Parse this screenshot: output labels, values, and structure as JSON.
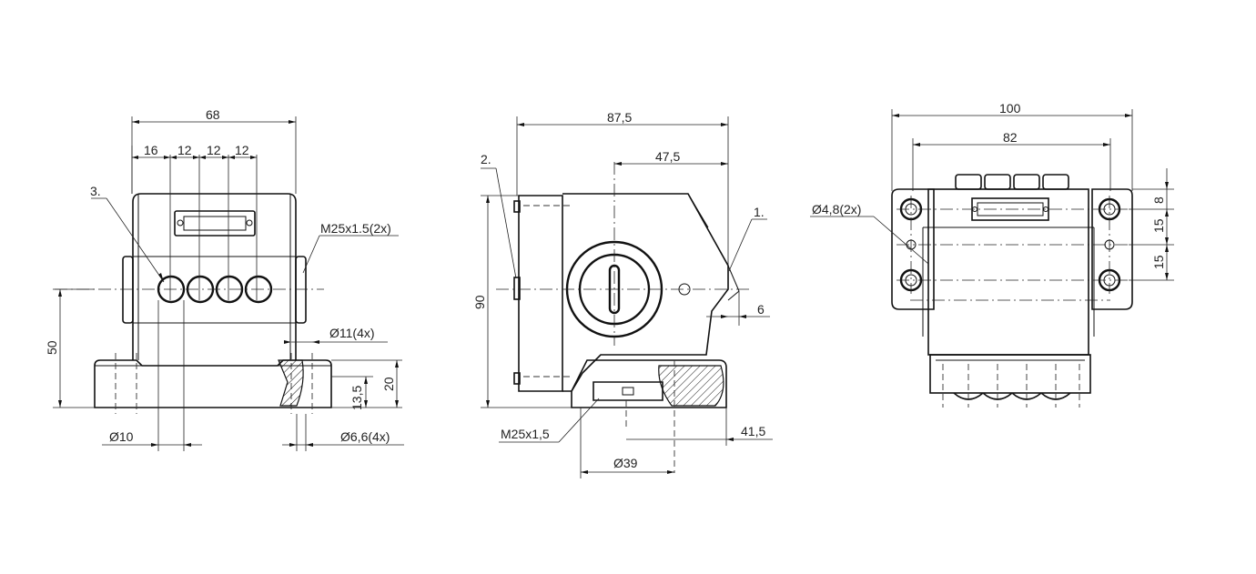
{
  "front_view": {
    "overall_width": "68",
    "pitch_1": "16",
    "pitch_2": "12",
    "pitch_3": "12",
    "pitch_4": "12",
    "callout_3": "3.",
    "thread": "M25x1.5(2x)",
    "height": "50",
    "counterbore": "Ø11(4x)",
    "dim_13_5": "13,5",
    "dim_20": "20",
    "diameter_10": "Ø10",
    "hole": "Ø6,6(4x)"
  },
  "side_view": {
    "overall_depth": "87,5",
    "dim_47_5": "47,5",
    "callout_2": "2.",
    "callout_1": "1.",
    "height": "90",
    "dim_6": "6",
    "thread": "M25x1,5",
    "dim_41_5": "41,5",
    "diameter_39": "Ø39"
  },
  "top_view": {
    "overall_width": "100",
    "dim_82": "82",
    "hole": "Ø4,8(2x)",
    "dim_8": "8",
    "dim_15a": "15",
    "dim_15b": "15"
  }
}
